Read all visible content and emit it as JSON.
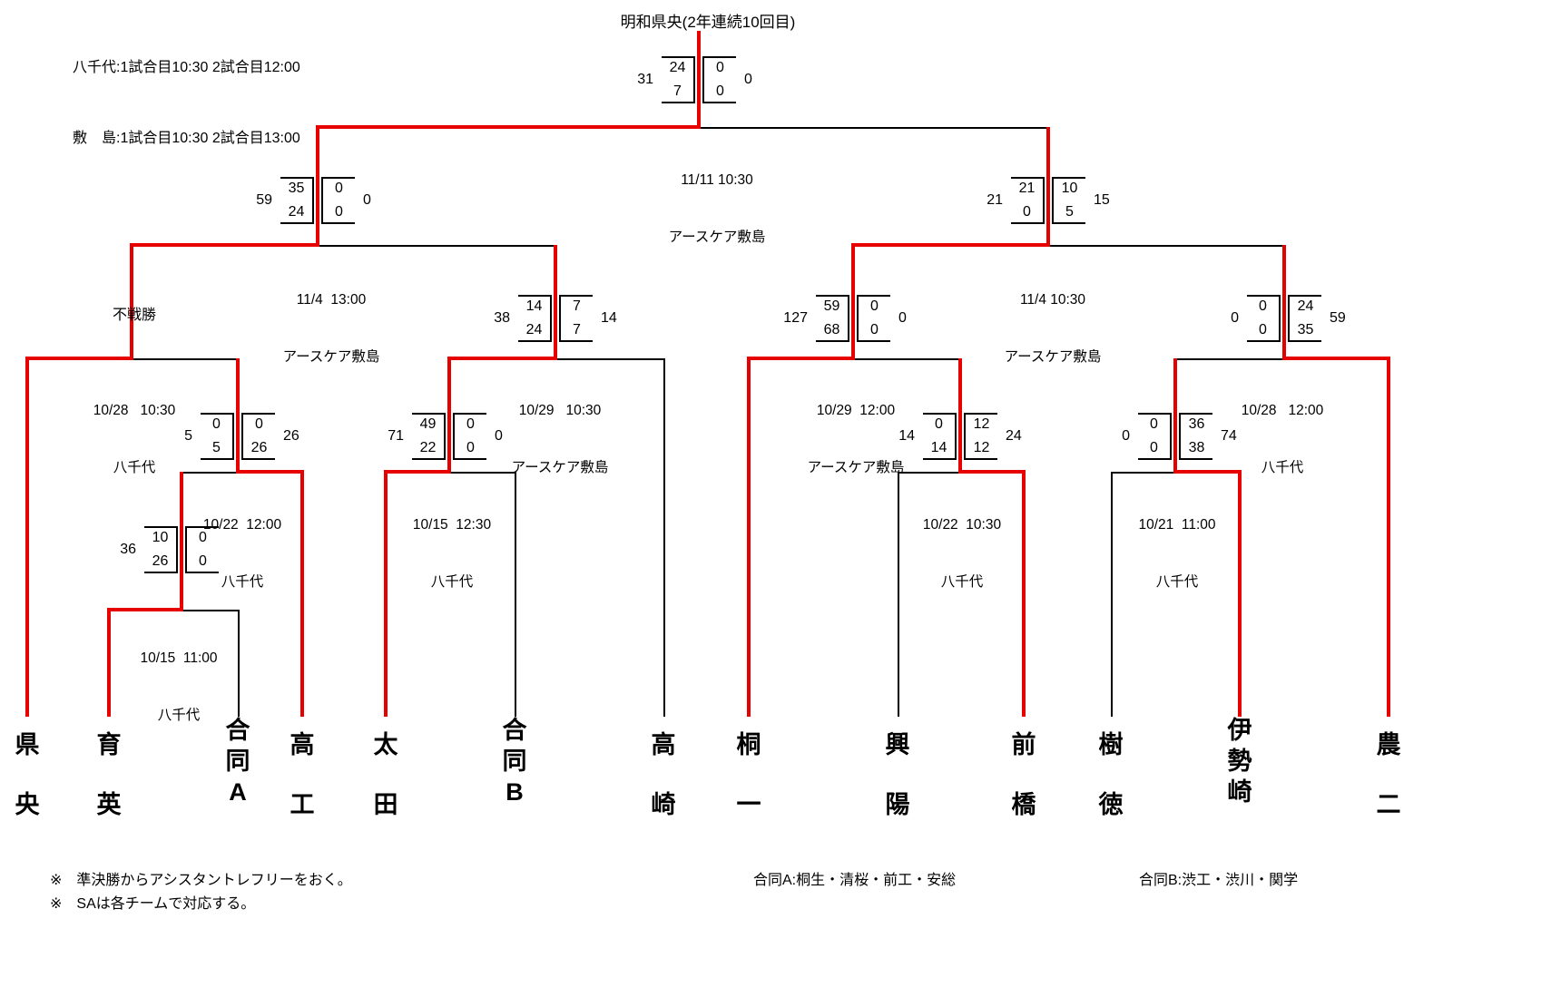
{
  "page": {
    "background": "#ffffff",
    "line_color": "#000000",
    "winner_path_color": "#e60000"
  },
  "schedule_note": {
    "line1": "八千代:1試合目10:30 2試合目12:00",
    "line2": "敷　島:1試合目10:30 2試合目13:00"
  },
  "champion_label": "明和県央(2年連続10回目)",
  "teams": [
    {
      "name": "県央"
    },
    {
      "name": "育英"
    },
    {
      "name": "合同A"
    },
    {
      "name": "高工"
    },
    {
      "name": "太田"
    },
    {
      "name": "合同B"
    },
    {
      "name": "高崎"
    },
    {
      "name": "桐一"
    },
    {
      "name": "興陽"
    },
    {
      "name": "前橋"
    },
    {
      "name": "樹徳"
    },
    {
      "name": "伊勢崎"
    },
    {
      "name": "農二"
    }
  ],
  "matches": {
    "final": {
      "date": "11/11 10:30",
      "venue": "アースケア敷島",
      "left_total": "31",
      "left_h1": "24",
      "left_h2": "7",
      "right_h1": "0",
      "right_h2": "0",
      "right_total": "0"
    },
    "semi_left": {
      "date": "11/4  13:00",
      "venue": "アースケア敷島",
      "left_total": "59",
      "left_h1": "35",
      "left_h2": "24",
      "right_h1": "0",
      "right_h2": "0",
      "right_total": "0"
    },
    "semi_right": {
      "date": "11/4 10:30",
      "venue": "アースケア敷島",
      "left_total": "21",
      "left_h1": "21",
      "left_h2": "0",
      "right_h1": "10",
      "right_h2": "5",
      "right_total": "15"
    },
    "qf_1": {
      "date": "10/28   10:30",
      "venue": "八千代",
      "result_note": "不戦勝"
    },
    "qf_2": {
      "date": "10/29   10:30",
      "venue": "アースケア敷島",
      "left_total": "38",
      "left_h1": "14",
      "left_h2": "24",
      "right_h1": "7",
      "right_h2": "7",
      "right_total": "14"
    },
    "qf_3": {
      "date": "10/29  12:00",
      "venue": "アースケア敷島",
      "left_total": "127",
      "left_h1": "59",
      "left_h2": "68",
      "right_h1": "0",
      "right_h2": "0",
      "right_total": "0"
    },
    "qf_4": {
      "date": "10/28   12:00",
      "venue": "八千代",
      "left_total": "0",
      "left_h1": "0",
      "left_h2": "0",
      "right_h1": "24",
      "right_h2": "35",
      "right_total": "59"
    },
    "r1_1": {
      "date": "10/15  11:00",
      "venue": "八千代",
      "left_total": "36",
      "left_h1": "10",
      "left_h2": "26",
      "right_h1": "0",
      "right_h2": "0",
      "right_total": ""
    },
    "r1_2": {
      "date": "10/22  12:00",
      "venue": "八千代",
      "left_total": "5",
      "left_h1": "0",
      "left_h2": "5",
      "right_h1": "0",
      "right_h2": "26",
      "right_total": "26"
    },
    "r1_3": {
      "date": "10/15  12:30",
      "venue": "八千代",
      "left_total": "71",
      "left_h1": "49",
      "left_h2": "22",
      "right_h1": "0",
      "right_h2": "0",
      "right_total": "0"
    },
    "r1_4": {
      "date": "10/22  10:30",
      "venue": "八千代",
      "left_total": "14",
      "left_h1": "0",
      "left_h2": "14",
      "right_h1": "12",
      "right_h2": "12",
      "right_total": "24"
    },
    "r1_5": {
      "date": "10/21  11:00",
      "venue": "八千代",
      "left_total": "0",
      "left_h1": "0",
      "left_h2": "0",
      "right_h1": "36",
      "right_h2": "38",
      "right_total": "74"
    }
  },
  "footnotes": {
    "note1": "※　準決勝からアシスタントレフリーをおく。",
    "note2": "※　SAは各チームで対応する。",
    "joint_a": "合同A:桐生・清桜・前工・安総",
    "joint_b": "合同B:渋工・渋川・関学"
  }
}
